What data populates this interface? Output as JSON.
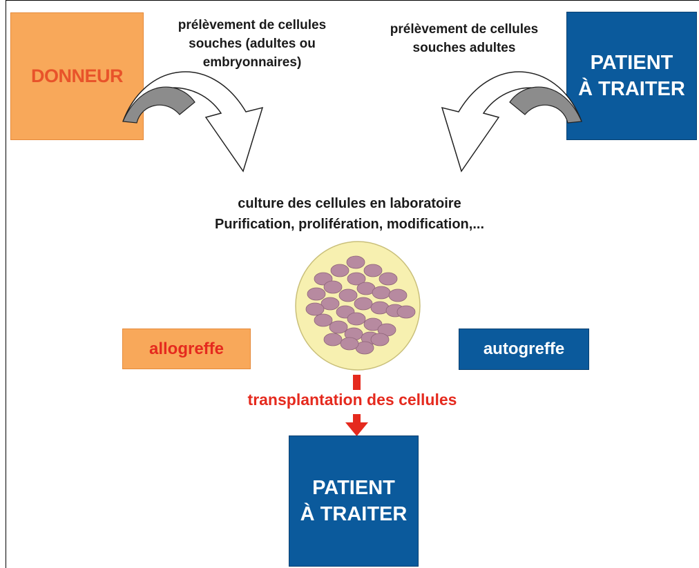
{
  "donor_box": {
    "label": "DONNEUR"
  },
  "patient_top_box": {
    "label": "PATIENT\nÀ TRAITER"
  },
  "patient_bottom_box": {
    "label": "PATIENT\nÀ TRAITER"
  },
  "left_caption": "prélèvement de cellules\nsouches (adultes ou\nembryonnaires)",
  "right_caption": "prélèvement de cellules\nsouches adultes",
  "culture_caption": "culture des cellules en laboratoire\nPurification, prolifération, modification,...",
  "allograft_label": "allogreffe",
  "autograft_label": "autogreffe",
  "transplant_caption": "transplantation des cellules",
  "colors": {
    "donor_fill": "#f8a85a",
    "patient_fill": "#0b5a9c",
    "red_text": "#e52a1e",
    "dish_fill": "#f7f0b0",
    "cell_fill": "#b78aa0"
  }
}
